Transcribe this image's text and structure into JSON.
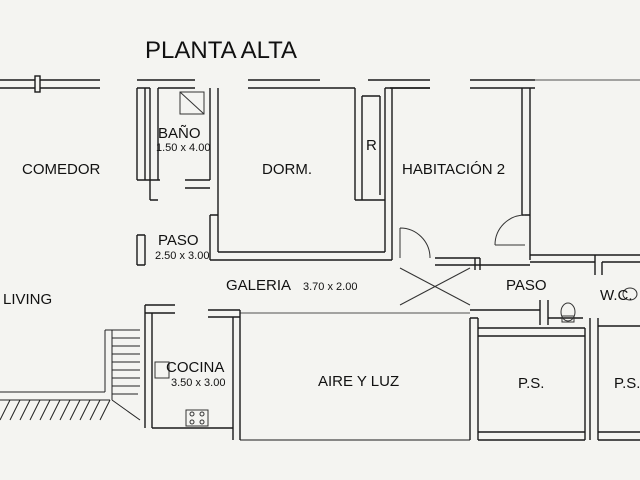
{
  "plan": {
    "title": "PLANTA ALTA",
    "rooms": {
      "comedor": {
        "name": "COMEDOR"
      },
      "bano": {
        "name": "BAÑO",
        "dims": "1.50 x 4.00"
      },
      "dorm": {
        "name": "DORM."
      },
      "r": {
        "name": "R"
      },
      "habitacion2": {
        "name": "HABITACIÓN 2"
      },
      "paso_left": {
        "name": "PASO",
        "dims": "2.50 x 3.00"
      },
      "living": {
        "name": "LIVING"
      },
      "galeria": {
        "name": "GALERIA",
        "dims": "3.70 x 2.00"
      },
      "paso_right": {
        "name": "PASO"
      },
      "wc": {
        "name": "W.C."
      },
      "cocina": {
        "name": "COCINA",
        "dims": "3.50 x 3.00"
      },
      "aire_luz": {
        "name": "AIRE Y LUZ"
      },
      "ps1": {
        "name": "P.S."
      },
      "ps2": {
        "name": "P.S."
      }
    },
    "colors": {
      "wall": "#1a1a1a",
      "paper": "#f4f4f1",
      "line": "#444444"
    }
  }
}
